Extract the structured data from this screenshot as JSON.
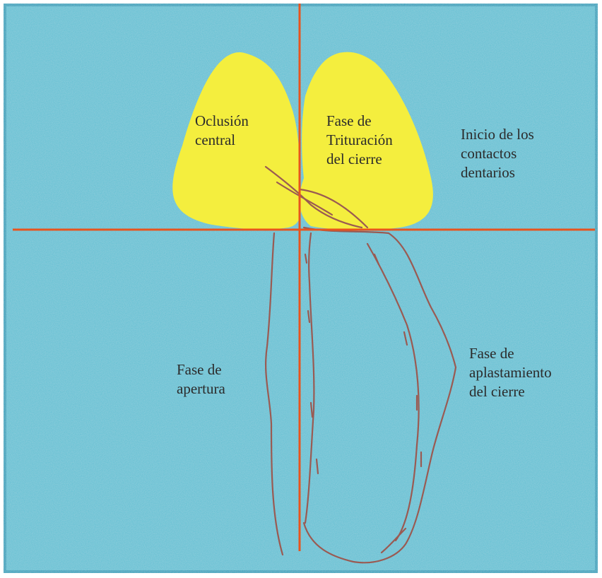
{
  "colors": {
    "background": "#5fc0d3",
    "frame_border": "#2aa3bd",
    "lobe_fill": "#f4ee3e",
    "axis_line": "#e8541e",
    "trace_line": "#9a5a52"
  },
  "labels": {
    "central_occlusion": [
      "Oclusión",
      "central"
    ],
    "grinding_phase": [
      "Fase de",
      "Trituración",
      "del cierre"
    ],
    "tooth_contacts": [
      "Inicio de los",
      "contactos",
      "dentarios"
    ],
    "opening_phase": [
      "Fase de",
      "apertura"
    ],
    "crushing_phase": [
      "Fase de",
      "aplastamiento",
      "del cierre"
    ]
  }
}
